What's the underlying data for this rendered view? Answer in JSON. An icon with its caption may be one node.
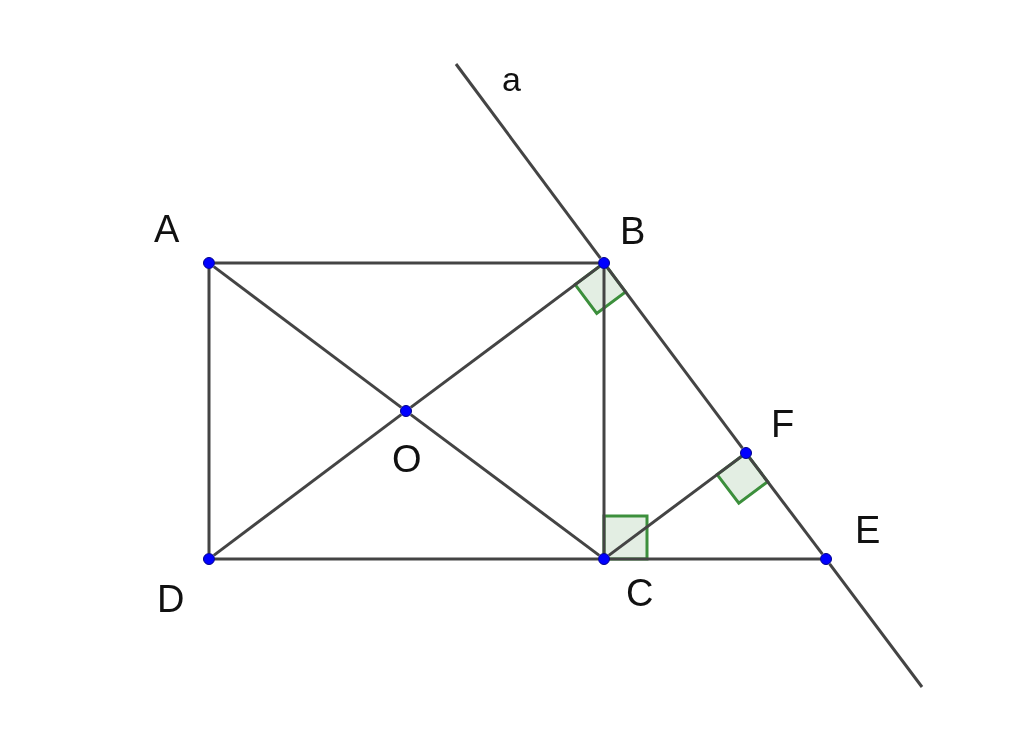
{
  "diagram": {
    "nodes": [
      {
        "text": [
          "A"
        ]
      },
      {
        "text": [
          "B"
        ]
      },
      {
        "text": [
          "C"
        ]
      },
      {
        "text": [
          "D"
        ]
      },
      {
        "text": [
          "O"
        ]
      },
      {
        "text": [
          "F"
        ]
      },
      {
        "text": [
          "E"
        ]
      }
    ],
    "edges": [
      {
        "from": 0,
        "to": 1,
        "arrow": "none"
      },
      {
        "from": 0,
        "to": 3,
        "arrow": "none"
      },
      {
        "from": 3,
        "to": 2,
        "arrow": "none"
      },
      {
        "from": 2,
        "to": 6,
        "arrow": "none"
      },
      {
        "from": 1,
        "to": 2,
        "arrow": "none"
      },
      {
        "from": 0,
        "to": 4,
        "arrow": "none"
      },
      {
        "from": 4,
        "to": 2,
        "arrow": "none"
      },
      {
        "from": 1,
        "to": 4,
        "arrow": "none"
      },
      {
        "from": 4,
        "to": 3,
        "arrow": "none"
      },
      {
        "from": null,
        "to": 1,
        "arrow": "none"
      },
      {
        "from": 1,
        "to": 5,
        "arrow": "none"
      },
      {
        "from": 5,
        "to": 6,
        "arrow": "none"
      },
      {
        "from": 6,
        "to": null,
        "arrow": "none"
      },
      {
        "from": 2,
        "to": 5,
        "arrow": "none"
      }
    ],
    "labels": [
      "a"
    ]
  }
}
